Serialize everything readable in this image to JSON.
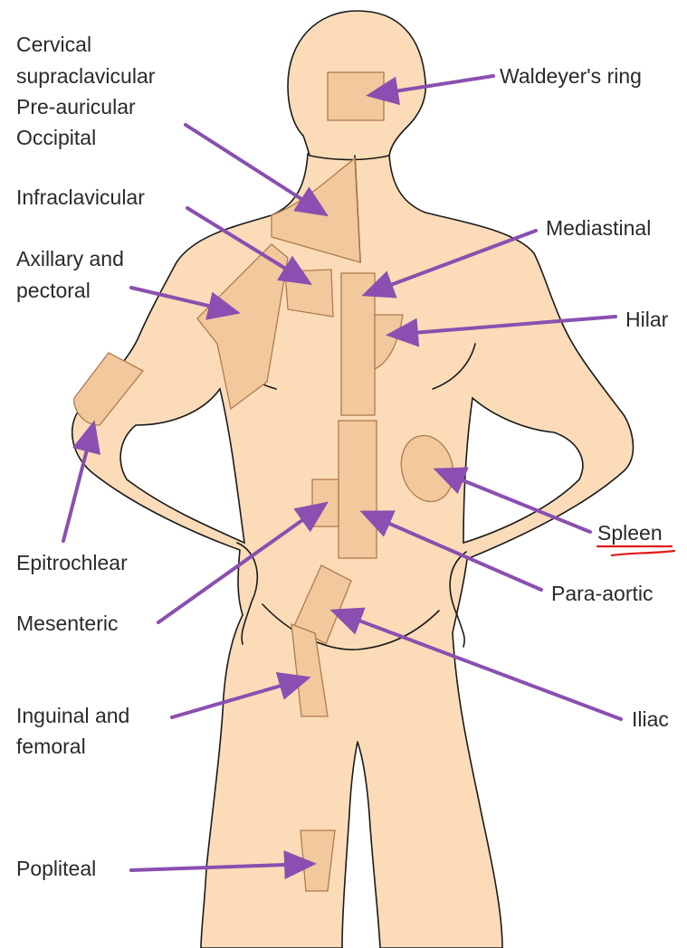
{
  "labels": {
    "cervical": [
      "Cervical",
      "supraclavicular",
      "Pre-auricular",
      "Occipital"
    ],
    "waldeyer": "Waldeyer's ring",
    "infraclavicular": "Infraclavicular",
    "mediastinal": "Mediastinal",
    "axillary": [
      "Axillary and",
      "pectoral"
    ],
    "hilar": "Hilar",
    "spleen": "Spleen",
    "epitrochlear": "Epitrochlear",
    "para_aortic": "Para-aortic",
    "mesenteric": "Mesenteric",
    "iliac": "Iliac",
    "inguinal": [
      "Inguinal and",
      "femoral"
    ],
    "popliteal": "Popliteal"
  },
  "colors": {
    "skin": "#fcdcb8",
    "node_region": "#f2c99c",
    "arrow": "#8a4fb0",
    "annotation_underline": "#e01818"
  }
}
